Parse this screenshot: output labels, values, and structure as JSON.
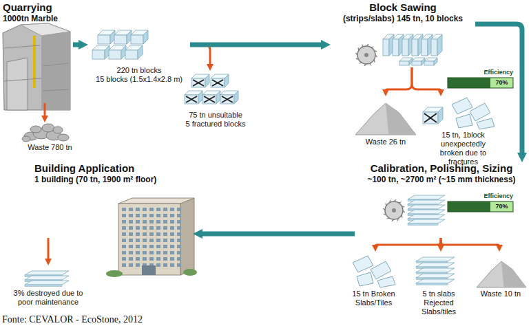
{
  "diagram": {
    "caption": "Fonte: CEVALOR - EcoStone, 2012",
    "nodes": [
      {
        "text": [
          "Quarrying",
          "1000tn Marble"
        ]
      },
      {
        "text": [
          "Waste 780 tn"
        ]
      },
      {
        "text": [
          "220 tn blocks",
          "15 blocks (1.5x1.4x2.8 m)"
        ]
      },
      {
        "text": [
          "75 tn unsuitable",
          "5 fractured blocks"
        ]
      },
      {
        "text": [
          "Block Sawing",
          "(strips/slabs) 145 tn, 10 blocks"
        ]
      },
      {
        "text": [
          "Waste 26 tn"
        ]
      },
      {
        "text": [
          "15 tn, 1block unexpectedly broken due to fractures"
        ]
      },
      {
        "text": [
          "Calibration, Polishing, Sizing",
          "~100 tn, ~2700 m² (~15 mm thickness)"
        ]
      },
      {
        "text": [
          "15 tn Broken Slabs/Tiles"
        ]
      },
      {
        "text": [
          "5 tn slabs Rejected Slabs/tiles"
        ]
      },
      {
        "text": [
          "Waste 10 tn"
        ]
      },
      {
        "text": [
          "Building Application",
          "1 building (70 tn, 1900 m² floor)"
        ]
      },
      {
        "text": [
          "3% destroyed due to poor maintenance"
        ]
      }
    ],
    "edges": [
      {
        "from": 0,
        "to": 2,
        "arrow": "to"
      },
      {
        "from": 0,
        "to": 1,
        "arrow": "to"
      },
      {
        "from": 2,
        "to": 3,
        "arrow": "to"
      },
      {
        "from": 2,
        "to": 4,
        "arrow": "to"
      },
      {
        "from": 4,
        "to": 5,
        "arrow": "to"
      },
      {
        "from": 4,
        "to": 6,
        "arrow": "to"
      },
      {
        "from": 4,
        "to": 7,
        "arrow": "to"
      },
      {
        "from": 7,
        "to": 8,
        "arrow": "to"
      },
      {
        "from": 7,
        "to": 9,
        "arrow": "to"
      },
      {
        "from": 7,
        "to": 10,
        "arrow": "to"
      },
      {
        "from": 7,
        "to": 11,
        "arrow": "to"
      },
      {
        "from": 11,
        "to": 12,
        "arrow": "to"
      }
    ],
    "labels": [
      "Efficiency",
      "70%",
      "Efficiency",
      "70%"
    ]
  }
}
